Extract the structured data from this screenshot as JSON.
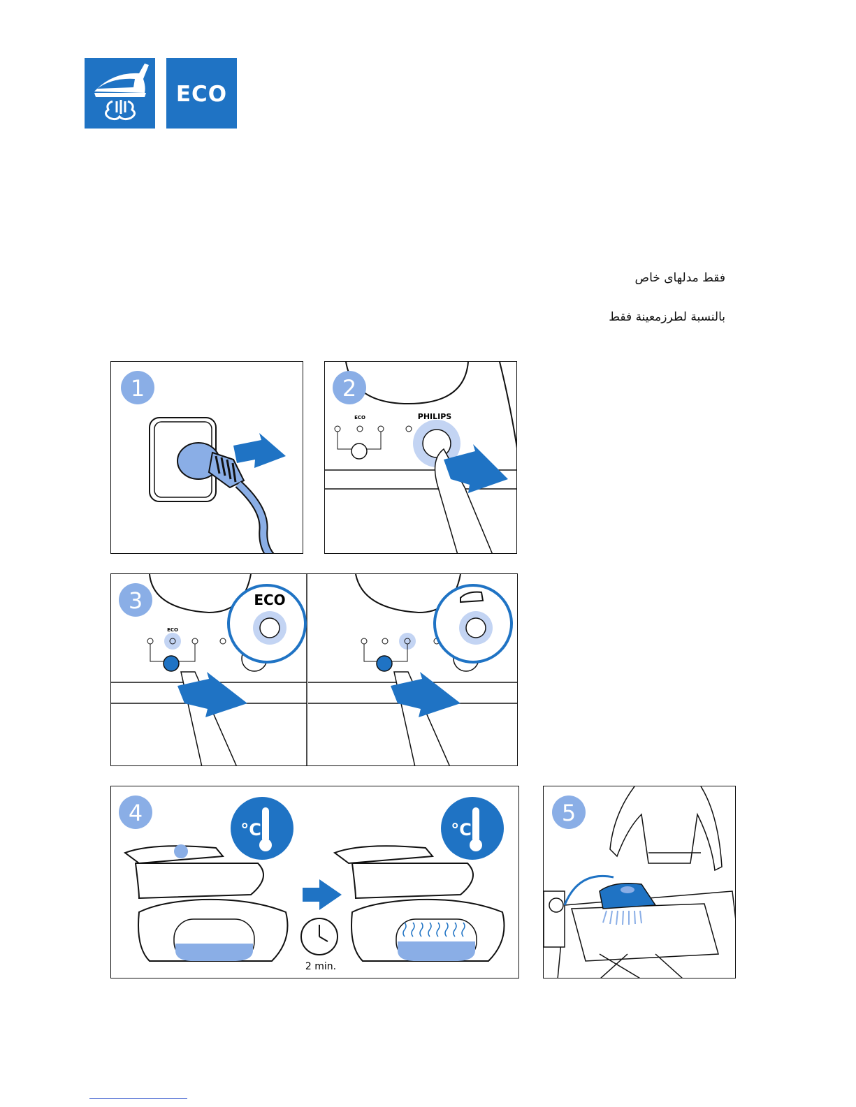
{
  "header": {
    "steam_icon": "iron-steam-icon",
    "eco_label": "ECO"
  },
  "notes": {
    "line1": "فقط مدلهای خاص",
    "line2": "بالنسبة لطرزمعينة فقط"
  },
  "steps": [
    {
      "number": "1",
      "icon": "plug-socket-icon"
    },
    {
      "number": "2",
      "icon": "power-button-icon",
      "brand": "PHILIPS",
      "eco_small": "ECO"
    },
    {
      "number": "3",
      "icon": "eco-mode-button-icon",
      "zoom_label": "ECO",
      "eco_small": "ECO"
    },
    {
      "number": "4",
      "icon": "temperature-icon",
      "temp_label": "°C",
      "timer_label": "2 min."
    },
    {
      "number": "5",
      "icon": "ironing-person-icon"
    }
  ],
  "colors": {
    "brand_blue": "#1f73c4",
    "step_circle": "#8aaee6",
    "light_blue": "#a7c1ec"
  }
}
